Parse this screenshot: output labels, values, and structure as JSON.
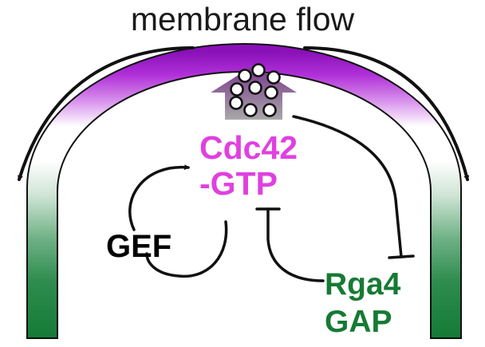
{
  "diagram": {
    "title": "membrane flow",
    "active_species": {
      "line1": "Cdc42",
      "line2": "-GTP"
    },
    "activator": "GEF",
    "inactivator": {
      "line1": "Rga4",
      "line2": "GAP"
    }
  },
  "colors": {
    "title_text": "#1a1a1a",
    "cdc42_text": "#e040e0",
    "gef_text": "#000000",
    "rga4_text": "#167a34",
    "arch_top": "#a020c8",
    "arch_bottom": "#167a34",
    "vesicle_block": "#9a9a9a",
    "arrows": "#111111"
  }
}
